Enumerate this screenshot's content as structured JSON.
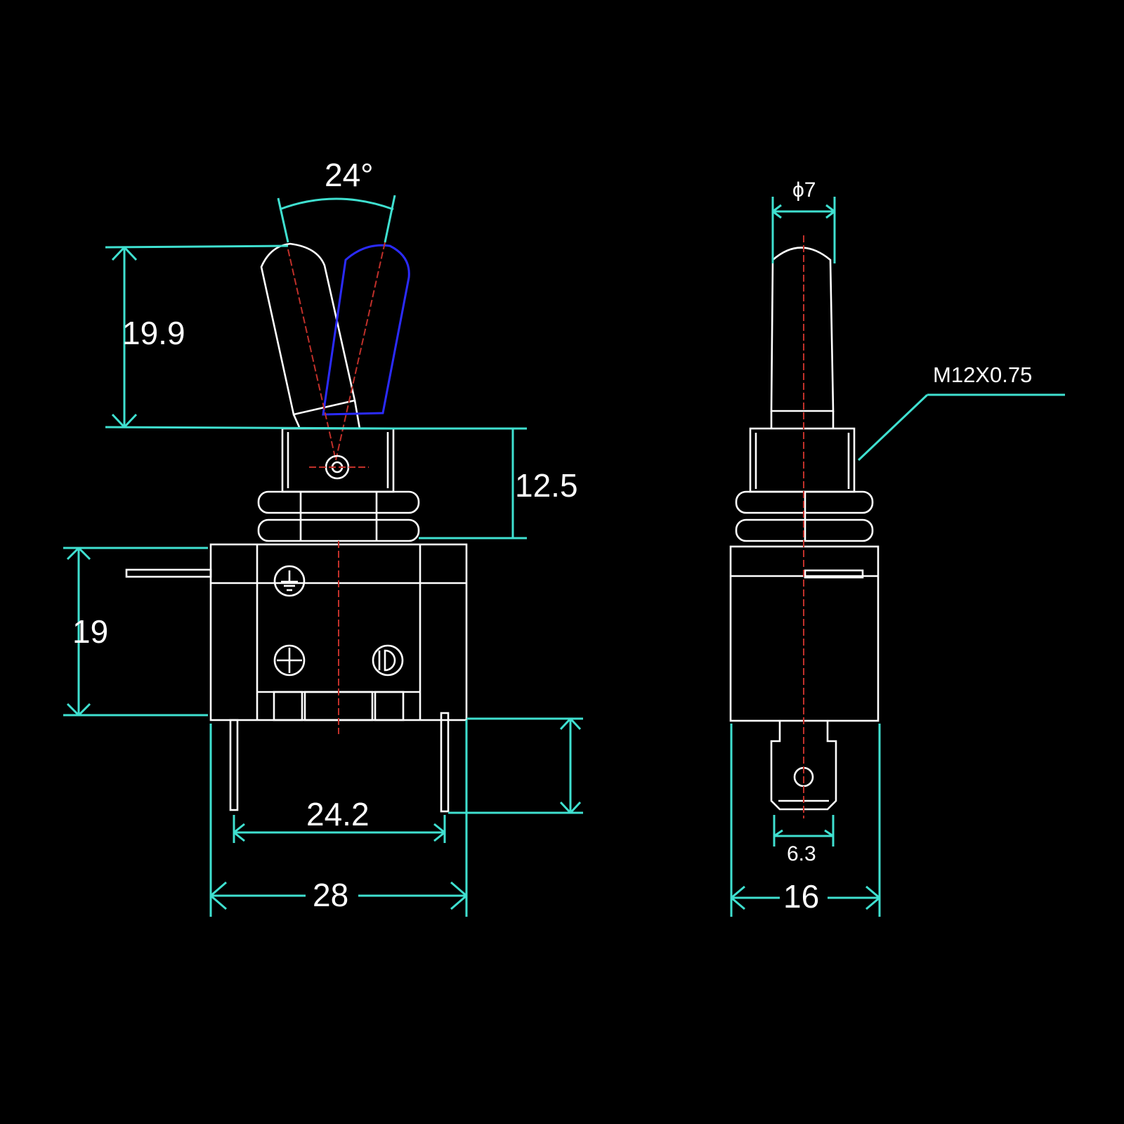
{
  "dimensions": {
    "angle": "24°",
    "lever_height": "19.9",
    "bushing_height": "12.5",
    "body_height": "19",
    "terminal_spacing": "24.2",
    "body_width": "28",
    "lever_diameter": "ϕ7",
    "thread": "M12X0.75",
    "terminal_width": "6.3",
    "body_depth": "16"
  },
  "icons": [
    "ground-icon",
    "plus-icon",
    "lamp-icon"
  ],
  "colors": {
    "background": "#000000",
    "dimension": "#3fe0d0",
    "outline": "#ffffff",
    "lever_alt": "#2b2bff",
    "centerline": "#c0302a"
  }
}
